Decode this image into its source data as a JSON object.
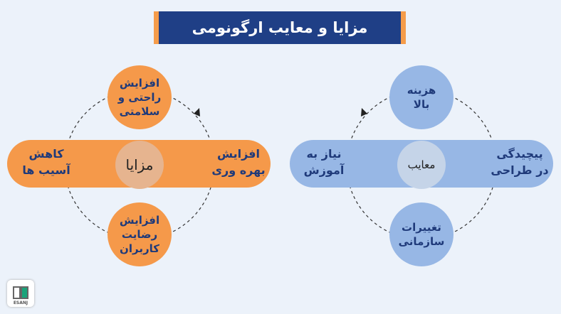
{
  "title": "مزایا و معایب ارگونومی",
  "advantages": {
    "center": "مزایا",
    "top": "افزایش\nراحتی و\nسلامتی",
    "right": "افزایش\nبهره وری",
    "bottom": "افزایش\nرضایت\nکاربران",
    "left": "کاهش\nآسیب ها"
  },
  "disadvantages": {
    "center": "معایب",
    "top": "هزینه\nبالا",
    "right": "پیچیدگی\nدر طراحی",
    "bottom": "تغییرات\nسازمانی",
    "left": "نیاز به\nآموزش"
  },
  "logo": "ESANJ",
  "colors": {
    "orange": "#f5994a",
    "blue": "#97b7e5",
    "navy": "#1f3f86"
  }
}
